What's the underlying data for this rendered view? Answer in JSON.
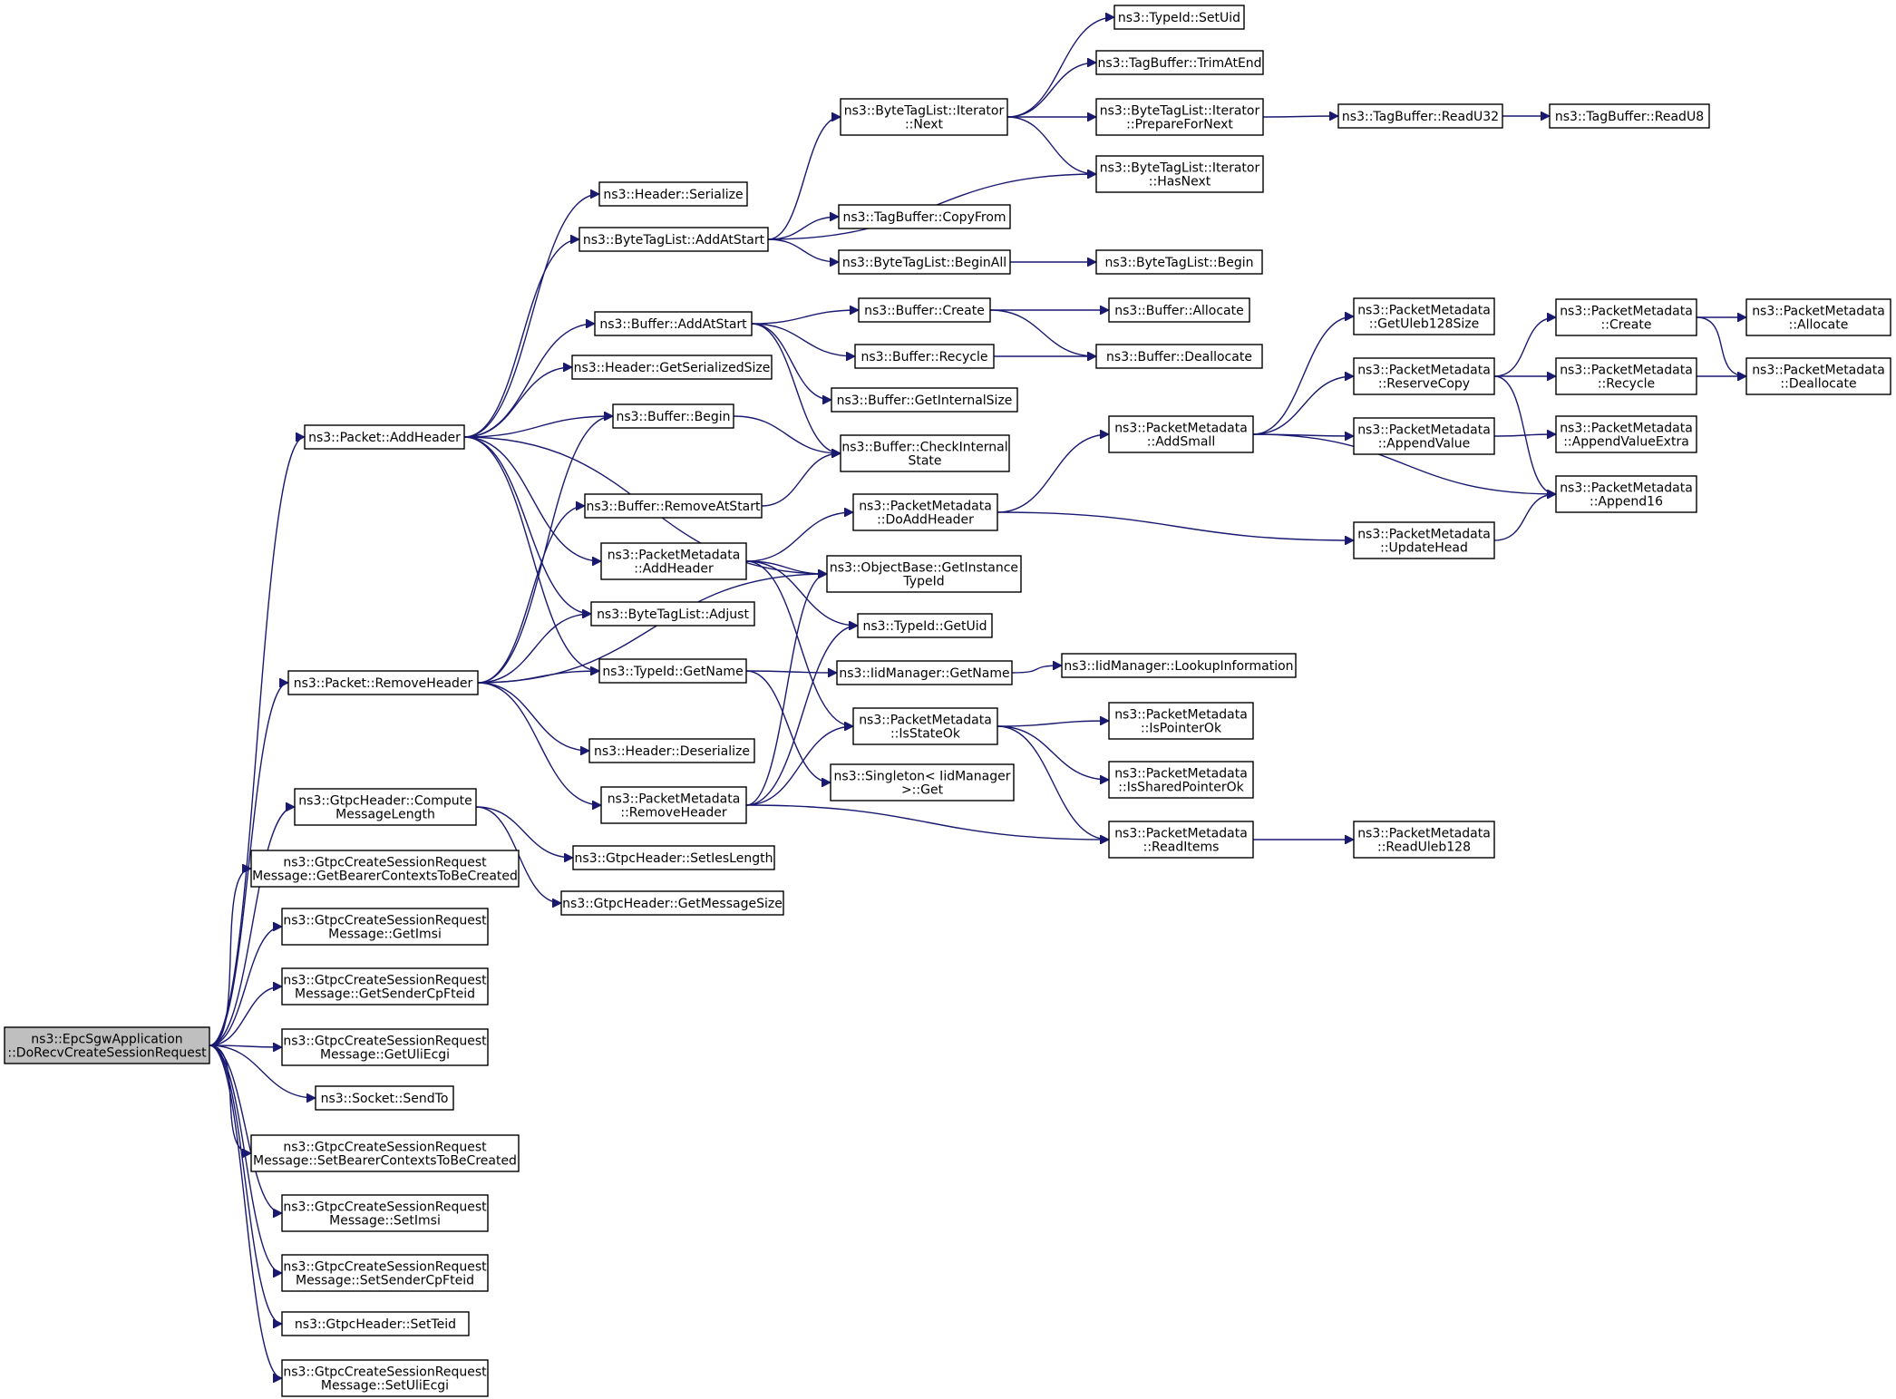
{
  "diagram": {
    "type": "call-graph",
    "colors": {
      "edge": "#191970",
      "node_border": "#000000",
      "root_fill": "#bfbfbf",
      "node_fill": "#ffffff"
    },
    "nodes": [
      {
        "id": "root",
        "lines": [
          "ns3::EpcSgwApplication",
          "::DoRecvCreateSessionRequest"
        ],
        "root": true
      },
      {
        "id": "pkt_addheader",
        "lines": [
          "ns3::Packet::AddHeader"
        ]
      },
      {
        "id": "pkt_removeheader",
        "lines": [
          "ns3::Packet::RemoveHeader"
        ]
      },
      {
        "id": "gtpc_compute",
        "lines": [
          "ns3::GtpcHeader::Compute",
          "MessageLength"
        ]
      },
      {
        "id": "get_bearer",
        "lines": [
          "ns3::GtpcCreateSessionRequest",
          "Message::GetBearerContextsToBeCreated"
        ]
      },
      {
        "id": "get_imsi",
        "lines": [
          "ns3::GtpcCreateSessionRequest",
          "Message::GetImsi"
        ]
      },
      {
        "id": "get_sender",
        "lines": [
          "ns3::GtpcCreateSessionRequest",
          "Message::GetSenderCpFteid"
        ]
      },
      {
        "id": "get_uli",
        "lines": [
          "ns3::GtpcCreateSessionRequest",
          "Message::GetUliEcgi"
        ]
      },
      {
        "id": "socket_sendto",
        "lines": [
          "ns3::Socket::SendTo"
        ]
      },
      {
        "id": "set_bearer",
        "lines": [
          "ns3::GtpcCreateSessionRequest",
          "Message::SetBearerContextsToBeCreated"
        ]
      },
      {
        "id": "set_imsi",
        "lines": [
          "ns3::GtpcCreateSessionRequest",
          "Message::SetImsi"
        ]
      },
      {
        "id": "set_sender",
        "lines": [
          "ns3::GtpcCreateSessionRequest",
          "Message::SetSenderCpFteid"
        ]
      },
      {
        "id": "gtpc_setteid",
        "lines": [
          "ns3::GtpcHeader::SetTeid"
        ]
      },
      {
        "id": "set_uli",
        "lines": [
          "ns3::GtpcCreateSessionRequest",
          "Message::SetUliEcgi"
        ]
      },
      {
        "id": "hdr_serialize",
        "lines": [
          "ns3::Header::Serialize"
        ]
      },
      {
        "id": "btl_addatstart",
        "lines": [
          "ns3::ByteTagList::AddAtStart"
        ]
      },
      {
        "id": "buf_addatstart",
        "lines": [
          "ns3::Buffer::AddAtStart"
        ]
      },
      {
        "id": "hdr_getsersize",
        "lines": [
          "ns3::Header::GetSerializedSize"
        ]
      },
      {
        "id": "buf_begin",
        "lines": [
          "ns3::Buffer::Begin"
        ]
      },
      {
        "id": "buf_removeatstart",
        "lines": [
          "ns3::Buffer::RemoveAtStart"
        ]
      },
      {
        "id": "pm_addheader",
        "lines": [
          "ns3::PacketMetadata",
          "::AddHeader"
        ]
      },
      {
        "id": "btl_adjust",
        "lines": [
          "ns3::ByteTagList::Adjust"
        ]
      },
      {
        "id": "typeid_getname",
        "lines": [
          "ns3::TypeId::GetName"
        ]
      },
      {
        "id": "hdr_deserialize",
        "lines": [
          "ns3::Header::Deserialize"
        ]
      },
      {
        "id": "pm_removeheader",
        "lines": [
          "ns3::PacketMetadata",
          "::RemoveHeader"
        ]
      },
      {
        "id": "gtpc_setieslen",
        "lines": [
          "ns3::GtpcHeader::SetIesLength"
        ]
      },
      {
        "id": "gtpc_getmsgsize",
        "lines": [
          "ns3::GtpcHeader::GetMessageSize"
        ]
      },
      {
        "id": "btli_next",
        "lines": [
          "ns3::ByteTagList::Iterator",
          "::Next"
        ]
      },
      {
        "id": "tb_copyfrom",
        "lines": [
          "ns3::TagBuffer::CopyFrom"
        ]
      },
      {
        "id": "btl_beginall",
        "lines": [
          "ns3::ByteTagList::BeginAll"
        ]
      },
      {
        "id": "buf_create",
        "lines": [
          "ns3::Buffer::Create"
        ]
      },
      {
        "id": "buf_recycle",
        "lines": [
          "ns3::Buffer::Recycle"
        ]
      },
      {
        "id": "buf_getinternalsize",
        "lines": [
          "ns3::Buffer::GetInternalSize"
        ]
      },
      {
        "id": "buf_checkinternal",
        "lines": [
          "ns3::Buffer::CheckInternal",
          "State"
        ]
      },
      {
        "id": "pm_doaddheader",
        "lines": [
          "ns3::PacketMetadata",
          "::DoAddHeader"
        ]
      },
      {
        "id": "ob_getinstancetypeid",
        "lines": [
          "ns3::ObjectBase::GetInstance",
          "TypeId"
        ]
      },
      {
        "id": "typeid_getuid",
        "lines": [
          "ns3::TypeId::GetUid"
        ]
      },
      {
        "id": "iid_getname",
        "lines": [
          "ns3::IidManager::GetName"
        ]
      },
      {
        "id": "pm_isstateok",
        "lines": [
          "ns3::PacketMetadata",
          "::IsStateOk"
        ]
      },
      {
        "id": "singleton_get",
        "lines": [
          "ns3::Singleton< IidManager",
          ">::Get"
        ]
      },
      {
        "id": "typeid_setuid",
        "lines": [
          "ns3::TypeId::SetUid"
        ]
      },
      {
        "id": "tb_trimatend",
        "lines": [
          "ns3::TagBuffer::TrimAtEnd"
        ]
      },
      {
        "id": "btli_prepare",
        "lines": [
          "ns3::ByteTagList::Iterator",
          "::PrepareForNext"
        ]
      },
      {
        "id": "btli_hasnext",
        "lines": [
          "ns3::ByteTagList::Iterator",
          "::HasNext"
        ]
      },
      {
        "id": "btl_begin",
        "lines": [
          "ns3::ByteTagList::Begin"
        ]
      },
      {
        "id": "buf_allocate",
        "lines": [
          "ns3::Buffer::Allocate"
        ]
      },
      {
        "id": "buf_deallocate",
        "lines": [
          "ns3::Buffer::Deallocate"
        ]
      },
      {
        "id": "pm_addsmall",
        "lines": [
          "ns3::PacketMetadata",
          "::AddSmall"
        ]
      },
      {
        "id": "iid_lookup",
        "lines": [
          "ns3::IidManager::LookupInformation"
        ]
      },
      {
        "id": "pm_ispointerok",
        "lines": [
          "ns3::PacketMetadata",
          "::IsPointerOk"
        ]
      },
      {
        "id": "pm_issharedpointerok",
        "lines": [
          "ns3::PacketMetadata",
          "::IsSharedPointerOk"
        ]
      },
      {
        "id": "pm_readitems",
        "lines": [
          "ns3::PacketMetadata",
          "::ReadItems"
        ]
      },
      {
        "id": "tb_readu32",
        "lines": [
          "ns3::TagBuffer::ReadU32"
        ]
      },
      {
        "id": "pm_getuleb",
        "lines": [
          "ns3::PacketMetadata",
          "::GetUleb128Size"
        ]
      },
      {
        "id": "pm_reservecopy",
        "lines": [
          "ns3::PacketMetadata",
          "::ReserveCopy"
        ]
      },
      {
        "id": "pm_appendvalue",
        "lines": [
          "ns3::PacketMetadata",
          "::AppendValue"
        ]
      },
      {
        "id": "pm_updatehead",
        "lines": [
          "ns3::PacketMetadata",
          "::UpdateHead"
        ]
      },
      {
        "id": "pm_readuleb",
        "lines": [
          "ns3::PacketMetadata",
          "::ReadUleb128"
        ]
      },
      {
        "id": "tb_readu8",
        "lines": [
          "ns3::TagBuffer::ReadU8"
        ]
      },
      {
        "id": "pm_create",
        "lines": [
          "ns3::PacketMetadata",
          "::Create"
        ]
      },
      {
        "id": "pm_recycle",
        "lines": [
          "ns3::PacketMetadata",
          "::Recycle"
        ]
      },
      {
        "id": "pm_appendvalueextra",
        "lines": [
          "ns3::PacketMetadata",
          "::AppendValueExtra"
        ]
      },
      {
        "id": "pm_append16",
        "lines": [
          "ns3::PacketMetadata",
          "::Append16"
        ]
      },
      {
        "id": "pm_allocate",
        "lines": [
          "ns3::PacketMetadata",
          "::Allocate"
        ]
      },
      {
        "id": "pm_deallocate",
        "lines": [
          "ns3::PacketMetadata",
          "::Deallocate"
        ]
      }
    ],
    "edges": [
      [
        "root",
        "pkt_addheader"
      ],
      [
        "root",
        "pkt_removeheader"
      ],
      [
        "root",
        "gtpc_compute"
      ],
      [
        "root",
        "get_bearer"
      ],
      [
        "root",
        "get_imsi"
      ],
      [
        "root",
        "get_sender"
      ],
      [
        "root",
        "get_uli"
      ],
      [
        "root",
        "socket_sendto"
      ],
      [
        "root",
        "set_bearer"
      ],
      [
        "root",
        "set_imsi"
      ],
      [
        "root",
        "set_sender"
      ],
      [
        "root",
        "gtpc_setteid"
      ],
      [
        "root",
        "set_uli"
      ],
      [
        "pkt_addheader",
        "hdr_serialize"
      ],
      [
        "pkt_addheader",
        "btl_addatstart"
      ],
      [
        "pkt_addheader",
        "buf_addatstart"
      ],
      [
        "pkt_addheader",
        "hdr_getsersize"
      ],
      [
        "pkt_addheader",
        "buf_begin"
      ],
      [
        "pkt_addheader",
        "pm_addheader"
      ],
      [
        "pkt_addheader",
        "btl_adjust"
      ],
      [
        "pkt_addheader",
        "typeid_getname"
      ],
      [
        "pkt_addheader",
        "ob_getinstancetypeid"
      ],
      [
        "pkt_removeheader",
        "buf_begin"
      ],
      [
        "pkt_removeheader",
        "buf_removeatstart"
      ],
      [
        "pkt_removeheader",
        "btl_adjust"
      ],
      [
        "pkt_removeheader",
        "typeid_getname"
      ],
      [
        "pkt_removeheader",
        "hdr_deserialize"
      ],
      [
        "pkt_removeheader",
        "pm_removeheader"
      ],
      [
        "pkt_removeheader",
        "ob_getinstancetypeid"
      ],
      [
        "gtpc_compute",
        "gtpc_setieslen"
      ],
      [
        "gtpc_compute",
        "gtpc_getmsgsize"
      ],
      [
        "btl_addatstart",
        "btli_next"
      ],
      [
        "btl_addatstart",
        "btli_hasnext"
      ],
      [
        "btl_addatstart",
        "tb_copyfrom"
      ],
      [
        "btl_addatstart",
        "btl_beginall"
      ],
      [
        "buf_addatstart",
        "buf_create"
      ],
      [
        "buf_addatstart",
        "buf_recycle"
      ],
      [
        "buf_addatstart",
        "buf_getinternalsize"
      ],
      [
        "buf_addatstart",
        "buf_checkinternal"
      ],
      [
        "buf_begin",
        "buf_checkinternal"
      ],
      [
        "buf_removeatstart",
        "buf_checkinternal"
      ],
      [
        "pm_addheader",
        "pm_doaddheader"
      ],
      [
        "pm_addheader",
        "ob_getinstancetypeid"
      ],
      [
        "pm_addheader",
        "typeid_getuid"
      ],
      [
        "pm_addheader",
        "pm_isstateok"
      ],
      [
        "typeid_getname",
        "iid_getname"
      ],
      [
        "typeid_getname",
        "singleton_get"
      ],
      [
        "pm_removeheader",
        "ob_getinstancetypeid"
      ],
      [
        "pm_removeheader",
        "typeid_getuid"
      ],
      [
        "pm_removeheader",
        "pm_isstateok"
      ],
      [
        "pm_removeheader",
        "pm_readitems"
      ],
      [
        "btli_next",
        "typeid_setuid"
      ],
      [
        "btli_next",
        "tb_trimatend"
      ],
      [
        "btli_next",
        "btli_prepare"
      ],
      [
        "btli_next",
        "btli_hasnext"
      ],
      [
        "btl_beginall",
        "btl_begin"
      ],
      [
        "buf_create",
        "buf_allocate"
      ],
      [
        "buf_create",
        "buf_deallocate"
      ],
      [
        "buf_recycle",
        "buf_deallocate"
      ],
      [
        "pm_doaddheader",
        "pm_addsmall"
      ],
      [
        "pm_doaddheader",
        "pm_updatehead"
      ],
      [
        "iid_getname",
        "iid_lookup"
      ],
      [
        "pm_isstateok",
        "pm_ispointerok"
      ],
      [
        "pm_isstateok",
        "pm_issharedpointerok"
      ],
      [
        "pm_isstateok",
        "pm_readitems"
      ],
      [
        "btli_prepare",
        "tb_readu32"
      ],
      [
        "tb_readu32",
        "tb_readu8"
      ],
      [
        "pm_addsmall",
        "pm_getuleb"
      ],
      [
        "pm_addsmall",
        "pm_reservecopy"
      ],
      [
        "pm_addsmall",
        "pm_appendvalue"
      ],
      [
        "pm_addsmall",
        "pm_append16"
      ],
      [
        "pm_readitems",
        "pm_readuleb"
      ],
      [
        "pm_reservecopy",
        "pm_create"
      ],
      [
        "pm_reservecopy",
        "pm_recycle"
      ],
      [
        "pm_reservecopy",
        "pm_append16"
      ],
      [
        "pm_appendvalue",
        "pm_appendvalueextra"
      ],
      [
        "pm_updatehead",
        "pm_append16"
      ],
      [
        "pm_create",
        "pm_allocate"
      ],
      [
        "pm_create",
        "pm_deallocate"
      ],
      [
        "pm_recycle",
        "pm_deallocate"
      ]
    ]
  }
}
